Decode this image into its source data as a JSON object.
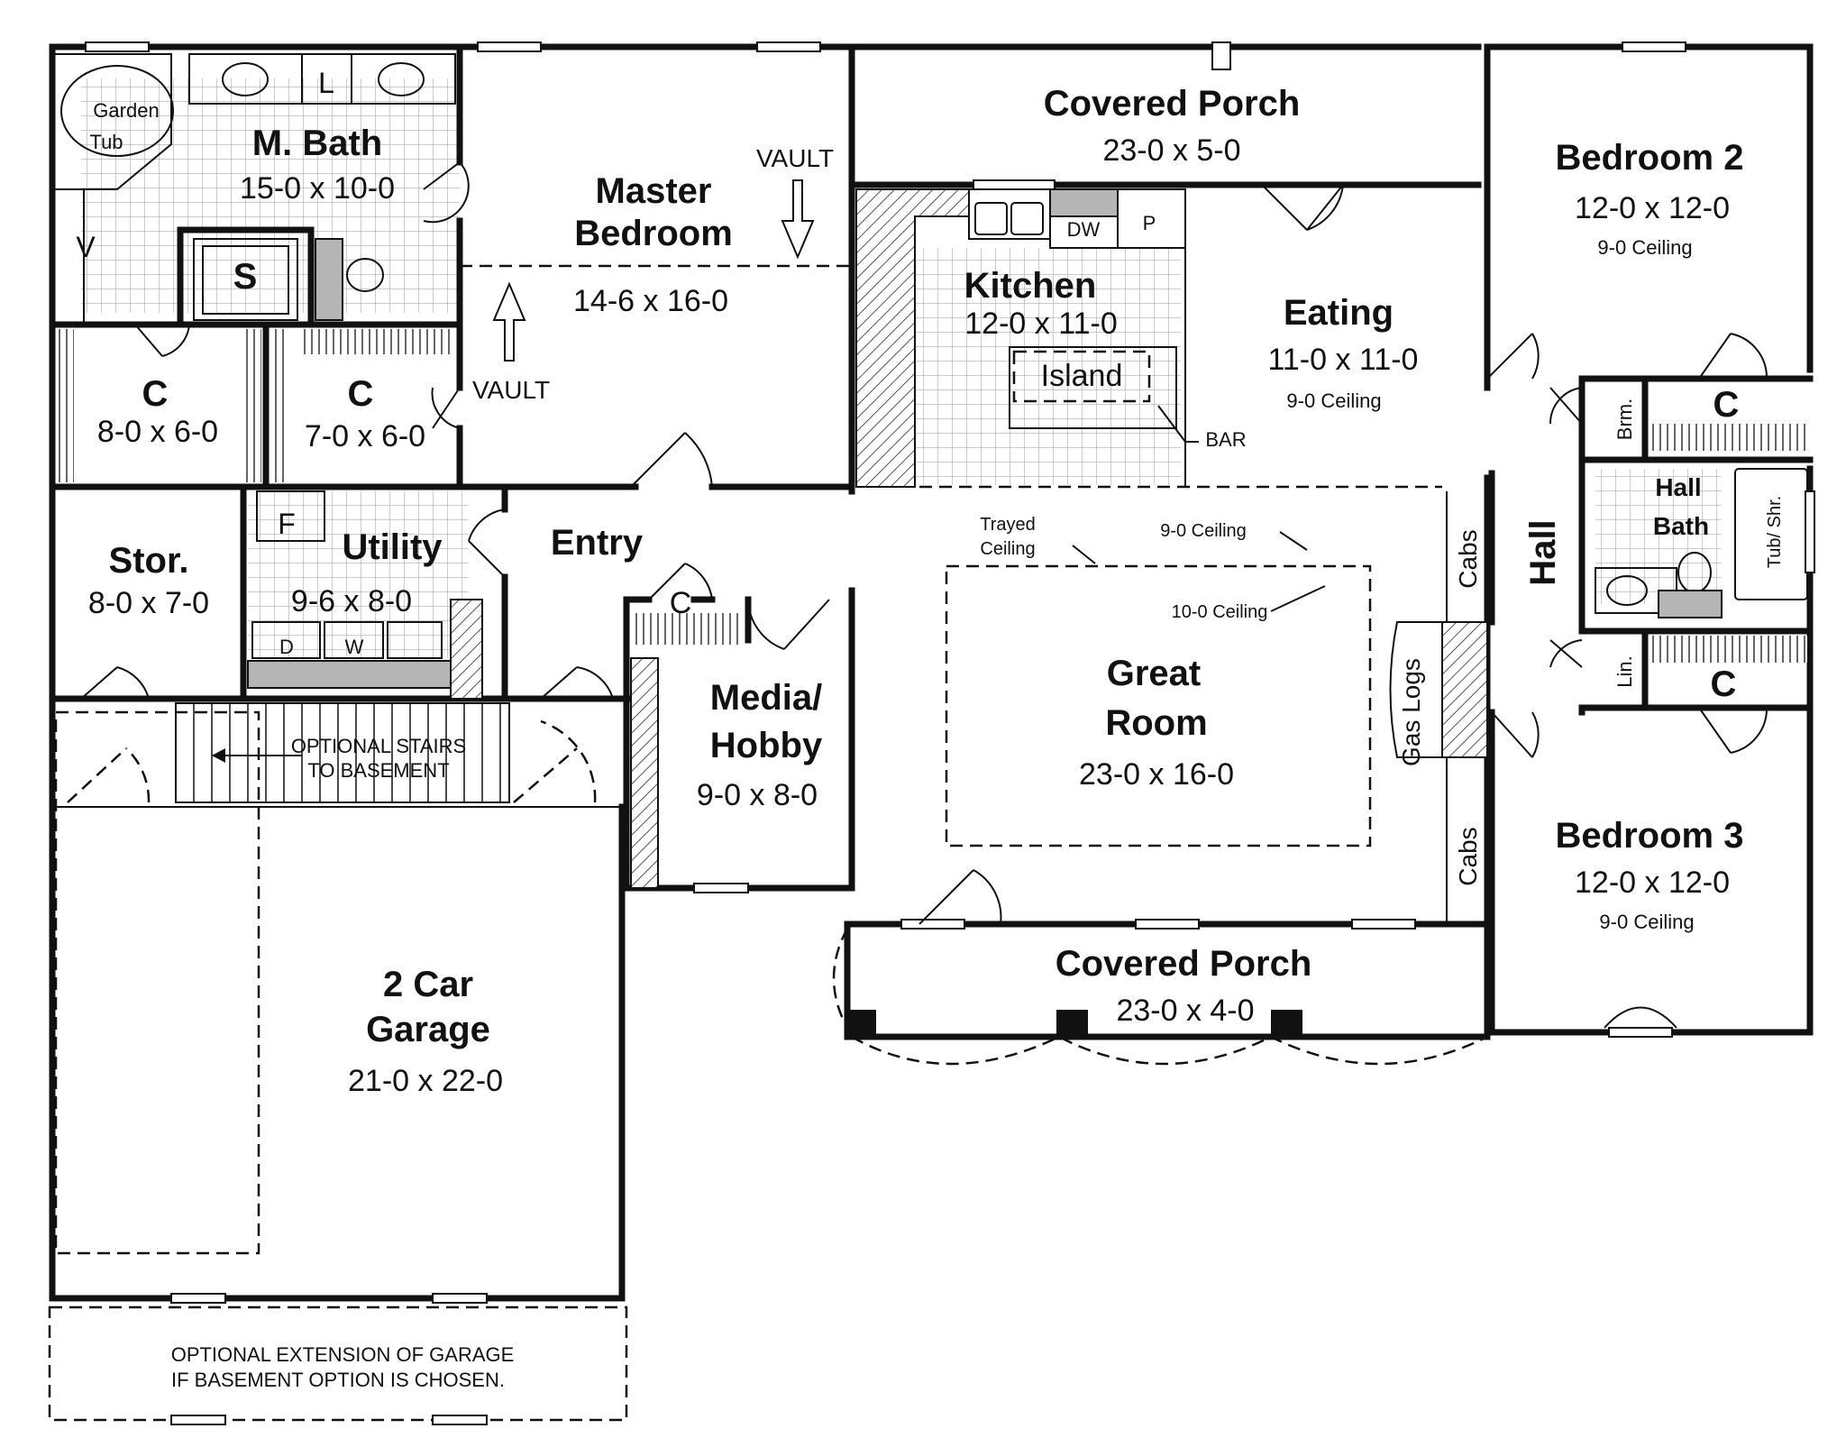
{
  "rooms": {
    "master_bath": {
      "name": "M. Bath",
      "dim": "15-0 x 10-0"
    },
    "garden_tub": {
      "line1": "Garden",
      "line2": "Tub"
    },
    "master_bedroom": {
      "line1": "Master",
      "line2": "Bedroom",
      "dim": "14-6 x 16-0"
    },
    "closet_1": {
      "name": "C",
      "dim": "8-0 x 6-0"
    },
    "closet_2": {
      "name": "C",
      "dim": "7-0 x 6-0"
    },
    "covered_porch_rear": {
      "name": "Covered Porch",
      "dim": "23-0 x 5-0"
    },
    "kitchen": {
      "name": "Kitchen",
      "dim": "12-0 x 11-0"
    },
    "eating": {
      "name": "Eating",
      "dim": "11-0 x 11-0",
      "ceiling": "9-0 Ceiling"
    },
    "bedroom2": {
      "name": "Bedroom 2",
      "dim": "12-0 x 12-0",
      "ceiling": "9-0 Ceiling"
    },
    "bedroom3": {
      "name": "Bedroom 3",
      "dim": "12-0 x 12-0",
      "ceiling": "9-0 Ceiling"
    },
    "storage": {
      "name": "Stor.",
      "dim": "8-0 x 7-0"
    },
    "utility": {
      "name": "Utility",
      "dim": "9-6 x 8-0"
    },
    "entry": {
      "name": "Entry"
    },
    "entry_closet": {
      "name": "C"
    },
    "media": {
      "line1": "Media/",
      "line2": "Hobby",
      "dim": "9-0 x 8-0"
    },
    "great_room": {
      "line1": "Great",
      "line2": "Room",
      "dim": "23-0 x 16-0"
    },
    "hall": {
      "name": "Hall"
    },
    "hall_bath": {
      "line1": "Hall",
      "line2": "Bath"
    },
    "bedroom2_closet": {
      "name": "C"
    },
    "bedroom3_closet": {
      "name": "C"
    },
    "broom": {
      "name": "Brm."
    },
    "linen": {
      "name": "Lin."
    },
    "garage": {
      "line1": "2 Car",
      "line2": "Garage",
      "dim": "21-0 x 22-0"
    },
    "covered_porch_front": {
      "name": "Covered Porch",
      "dim": "23-0 x 4-0"
    }
  },
  "labels": {
    "vault_1": "VAULT",
    "vault_2": "VAULT",
    "island": "Island",
    "bar": "BAR",
    "dw": "DW",
    "pantry": "P",
    "lavatory": "L",
    "shower": "S",
    "vanity": "V",
    "freezer": "F",
    "dryer": "D",
    "washer": "W",
    "trayed_1": "Trayed",
    "trayed_2": "Ceiling",
    "ceiling_9": "9-0 Ceiling",
    "ceiling_10": "10-0 Ceiling",
    "cabs_top": "Cabs",
    "cabs_bottom": "Cabs",
    "gas_logs": "Gas Logs",
    "tub_shower": "Tub/ Shr.",
    "stairs_1": "OPTIONAL STAIRS",
    "stairs_2": "TO BASEMENT",
    "garage_ext_1": "OPTIONAL EXTENSION OF GARAGE",
    "garage_ext_2": "IF BASEMENT OPTION IS CHOSEN."
  }
}
